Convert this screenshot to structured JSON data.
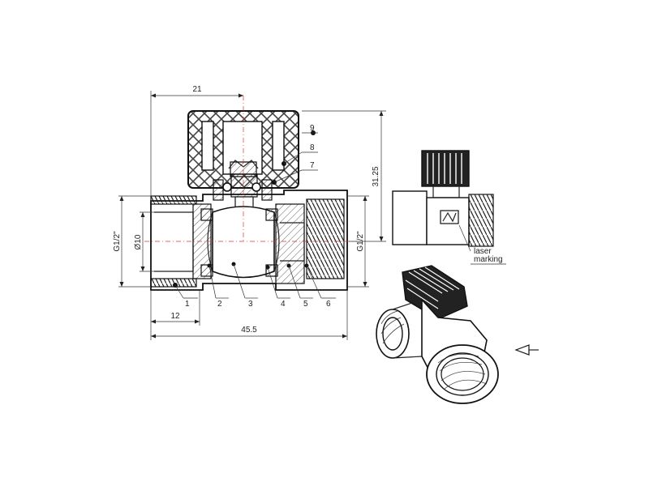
{
  "dimensions": {
    "handle_width": "21",
    "height": "31.25",
    "thread_left": "G1/2\"",
    "bore": "Ø10",
    "thread_right": "G1/2\"",
    "thread_length": "12",
    "overall_length": "45.5"
  },
  "callouts": [
    "1",
    "2",
    "3",
    "4",
    "5",
    "6",
    "7",
    "8",
    "9"
  ],
  "annotations": {
    "laser_marking_line1": "laser",
    "laser_marking_line2": "marking"
  },
  "colors": {
    "line": "#222222",
    "centerline": "#e03030"
  }
}
